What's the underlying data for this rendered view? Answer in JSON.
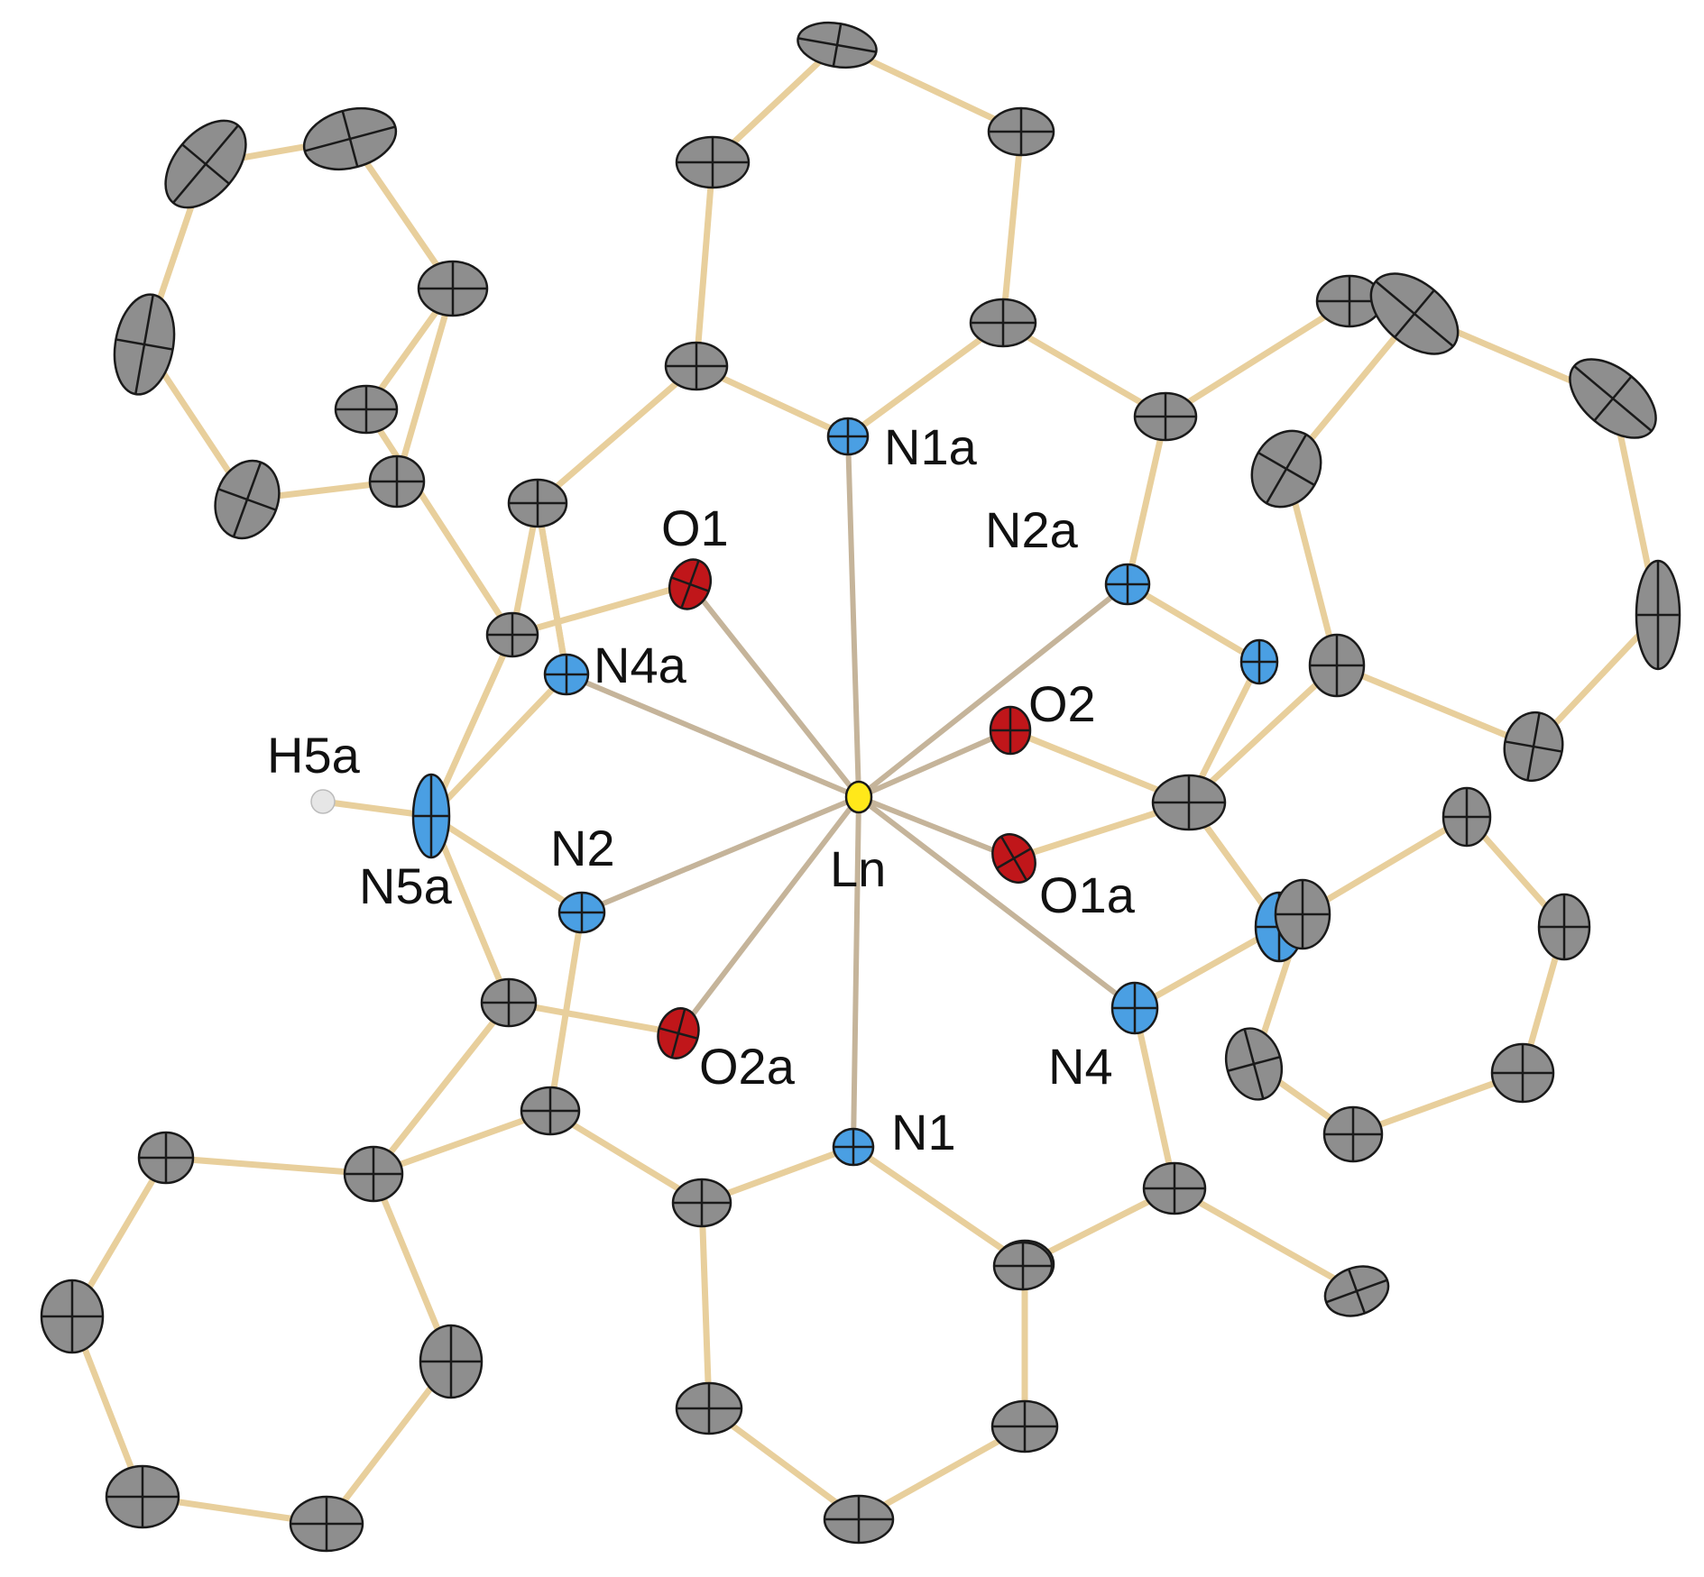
{
  "colors": {
    "background": "#ffffff",
    "bond_main": "#e8cf9c",
    "bond_coord": "#c5b49a",
    "carbon": "#8e8e8e",
    "nitrogen": "#4a9fe3",
    "oxygen": "#c0161a",
    "metal": "#ffe81a",
    "hydrogen": "#e6e6e6",
    "outline": "#1a1a1a"
  },
  "center_label": "Ln",
  "labels": {
    "N1a": "N1a",
    "O1": "O1",
    "N2a": "N2a",
    "N4a": "N4a",
    "O2": "O2",
    "H5a": "H5a",
    "N5a": "N5a",
    "N2": "N2",
    "Ln": "Ln",
    "O1a": "O1a",
    "O2a": "O2a",
    "N1": "N1",
    "N4": "N4"
  }
}
